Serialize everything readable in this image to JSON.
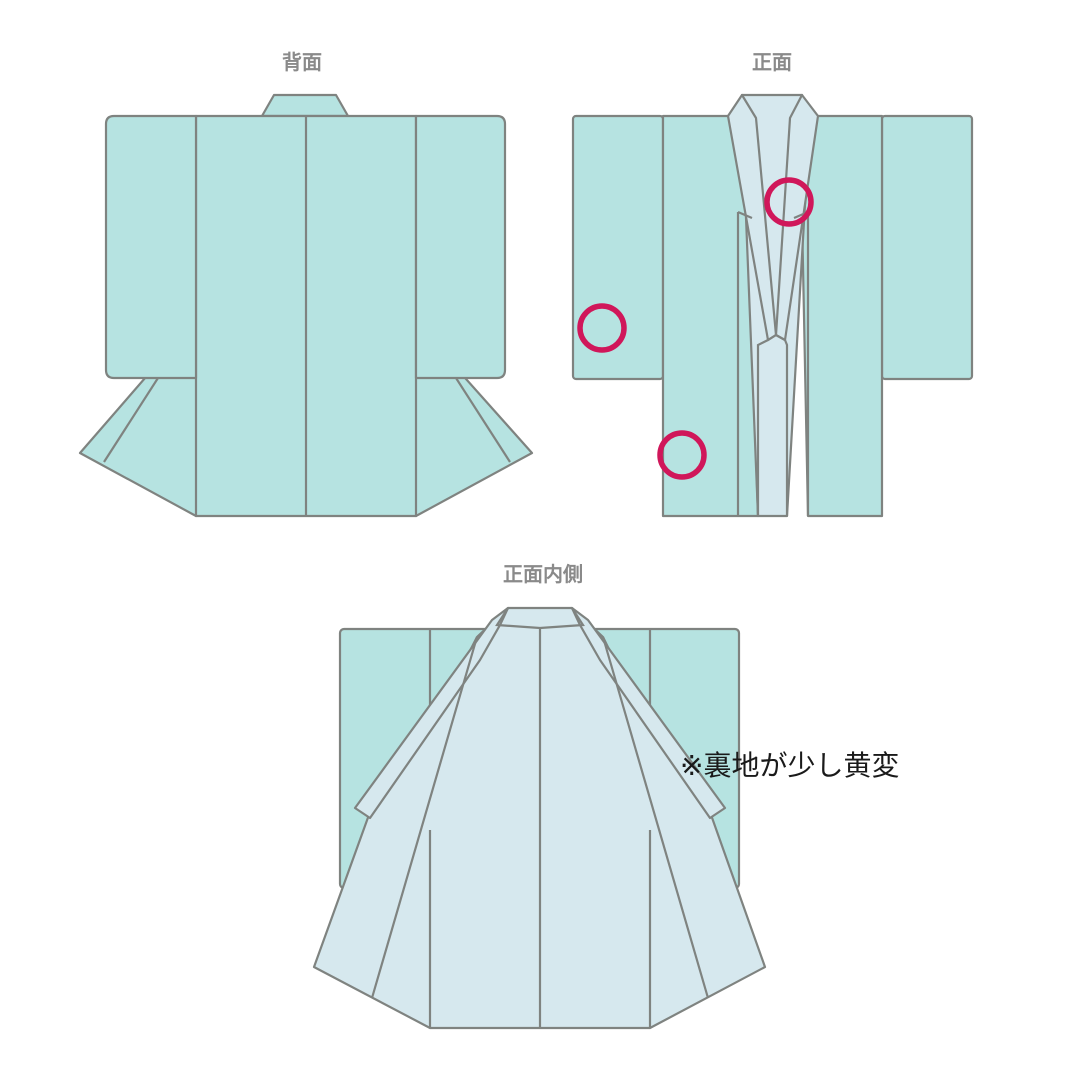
{
  "views": {
    "back": {
      "label": "背面"
    },
    "front": {
      "label": "正面"
    },
    "inside": {
      "label": "正面内側"
    }
  },
  "note": "※裏地が少し黄変",
  "colors": {
    "outer": "#b6e3e1",
    "lining": "#d6e8ee",
    "outline": "#7f8380",
    "marker": "#d0175a",
    "label": "#8a8a8a"
  },
  "markers": [
    {
      "name": "stain-marker-front-collar"
    },
    {
      "name": "stain-marker-front-sleeve"
    },
    {
      "name": "stain-marker-front-hem"
    }
  ]
}
